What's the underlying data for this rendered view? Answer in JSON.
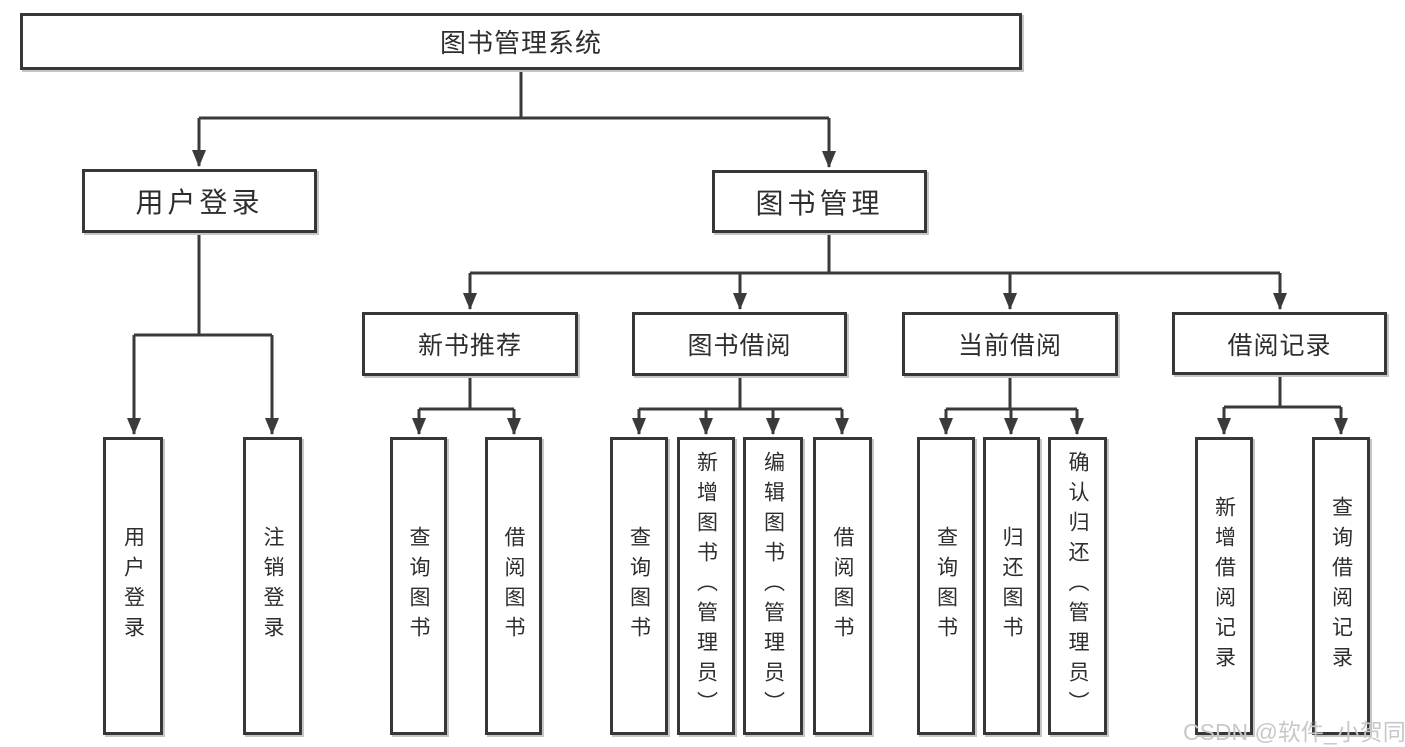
{
  "diagram": {
    "root": {
      "label": "图书管理系统"
    },
    "level2": [
      {
        "id": "user-login",
        "label": "用户登录"
      },
      {
        "id": "book-management",
        "label": "图书管理"
      }
    ],
    "level3": [
      {
        "id": "new-book-recommend",
        "label": "新书推荐",
        "parent": "book-management"
      },
      {
        "id": "book-borrow",
        "label": "图书借阅",
        "parent": "book-management"
      },
      {
        "id": "current-borrow",
        "label": "当前借阅",
        "parent": "book-management"
      },
      {
        "id": "borrow-records",
        "label": "借阅记录",
        "parent": "book-management"
      }
    ],
    "leaves": [
      {
        "label": "用户登录",
        "parent": "user-login"
      },
      {
        "label": "注销登录",
        "parent": "user-login"
      },
      {
        "label": "查询图书",
        "parent": "new-book-recommend"
      },
      {
        "label": "借阅图书",
        "parent": "new-book-recommend"
      },
      {
        "label": "查询图书",
        "parent": "book-borrow"
      },
      {
        "label": "新增图书（管理员）",
        "parent": "book-borrow"
      },
      {
        "label": "编辑图书（管理员）",
        "parent": "book-borrow"
      },
      {
        "label": "借阅图书",
        "parent": "book-borrow"
      },
      {
        "label": "查询图书",
        "parent": "current-borrow"
      },
      {
        "label": "归还图书",
        "parent": "current-borrow"
      },
      {
        "label": "确认归还（管理员）",
        "parent": "current-borrow"
      },
      {
        "label": "新增借阅记录",
        "parent": "borrow-records"
      },
      {
        "label": "查询借阅记录",
        "parent": "borrow-records"
      }
    ],
    "watermark": "CSDN @软件_小贺同学",
    "colors": {
      "line": "#3a3a3a",
      "border": "#373737",
      "text": "#2e2e2e",
      "watermark": "#c8c8c8",
      "background": "#ffffff"
    }
  }
}
